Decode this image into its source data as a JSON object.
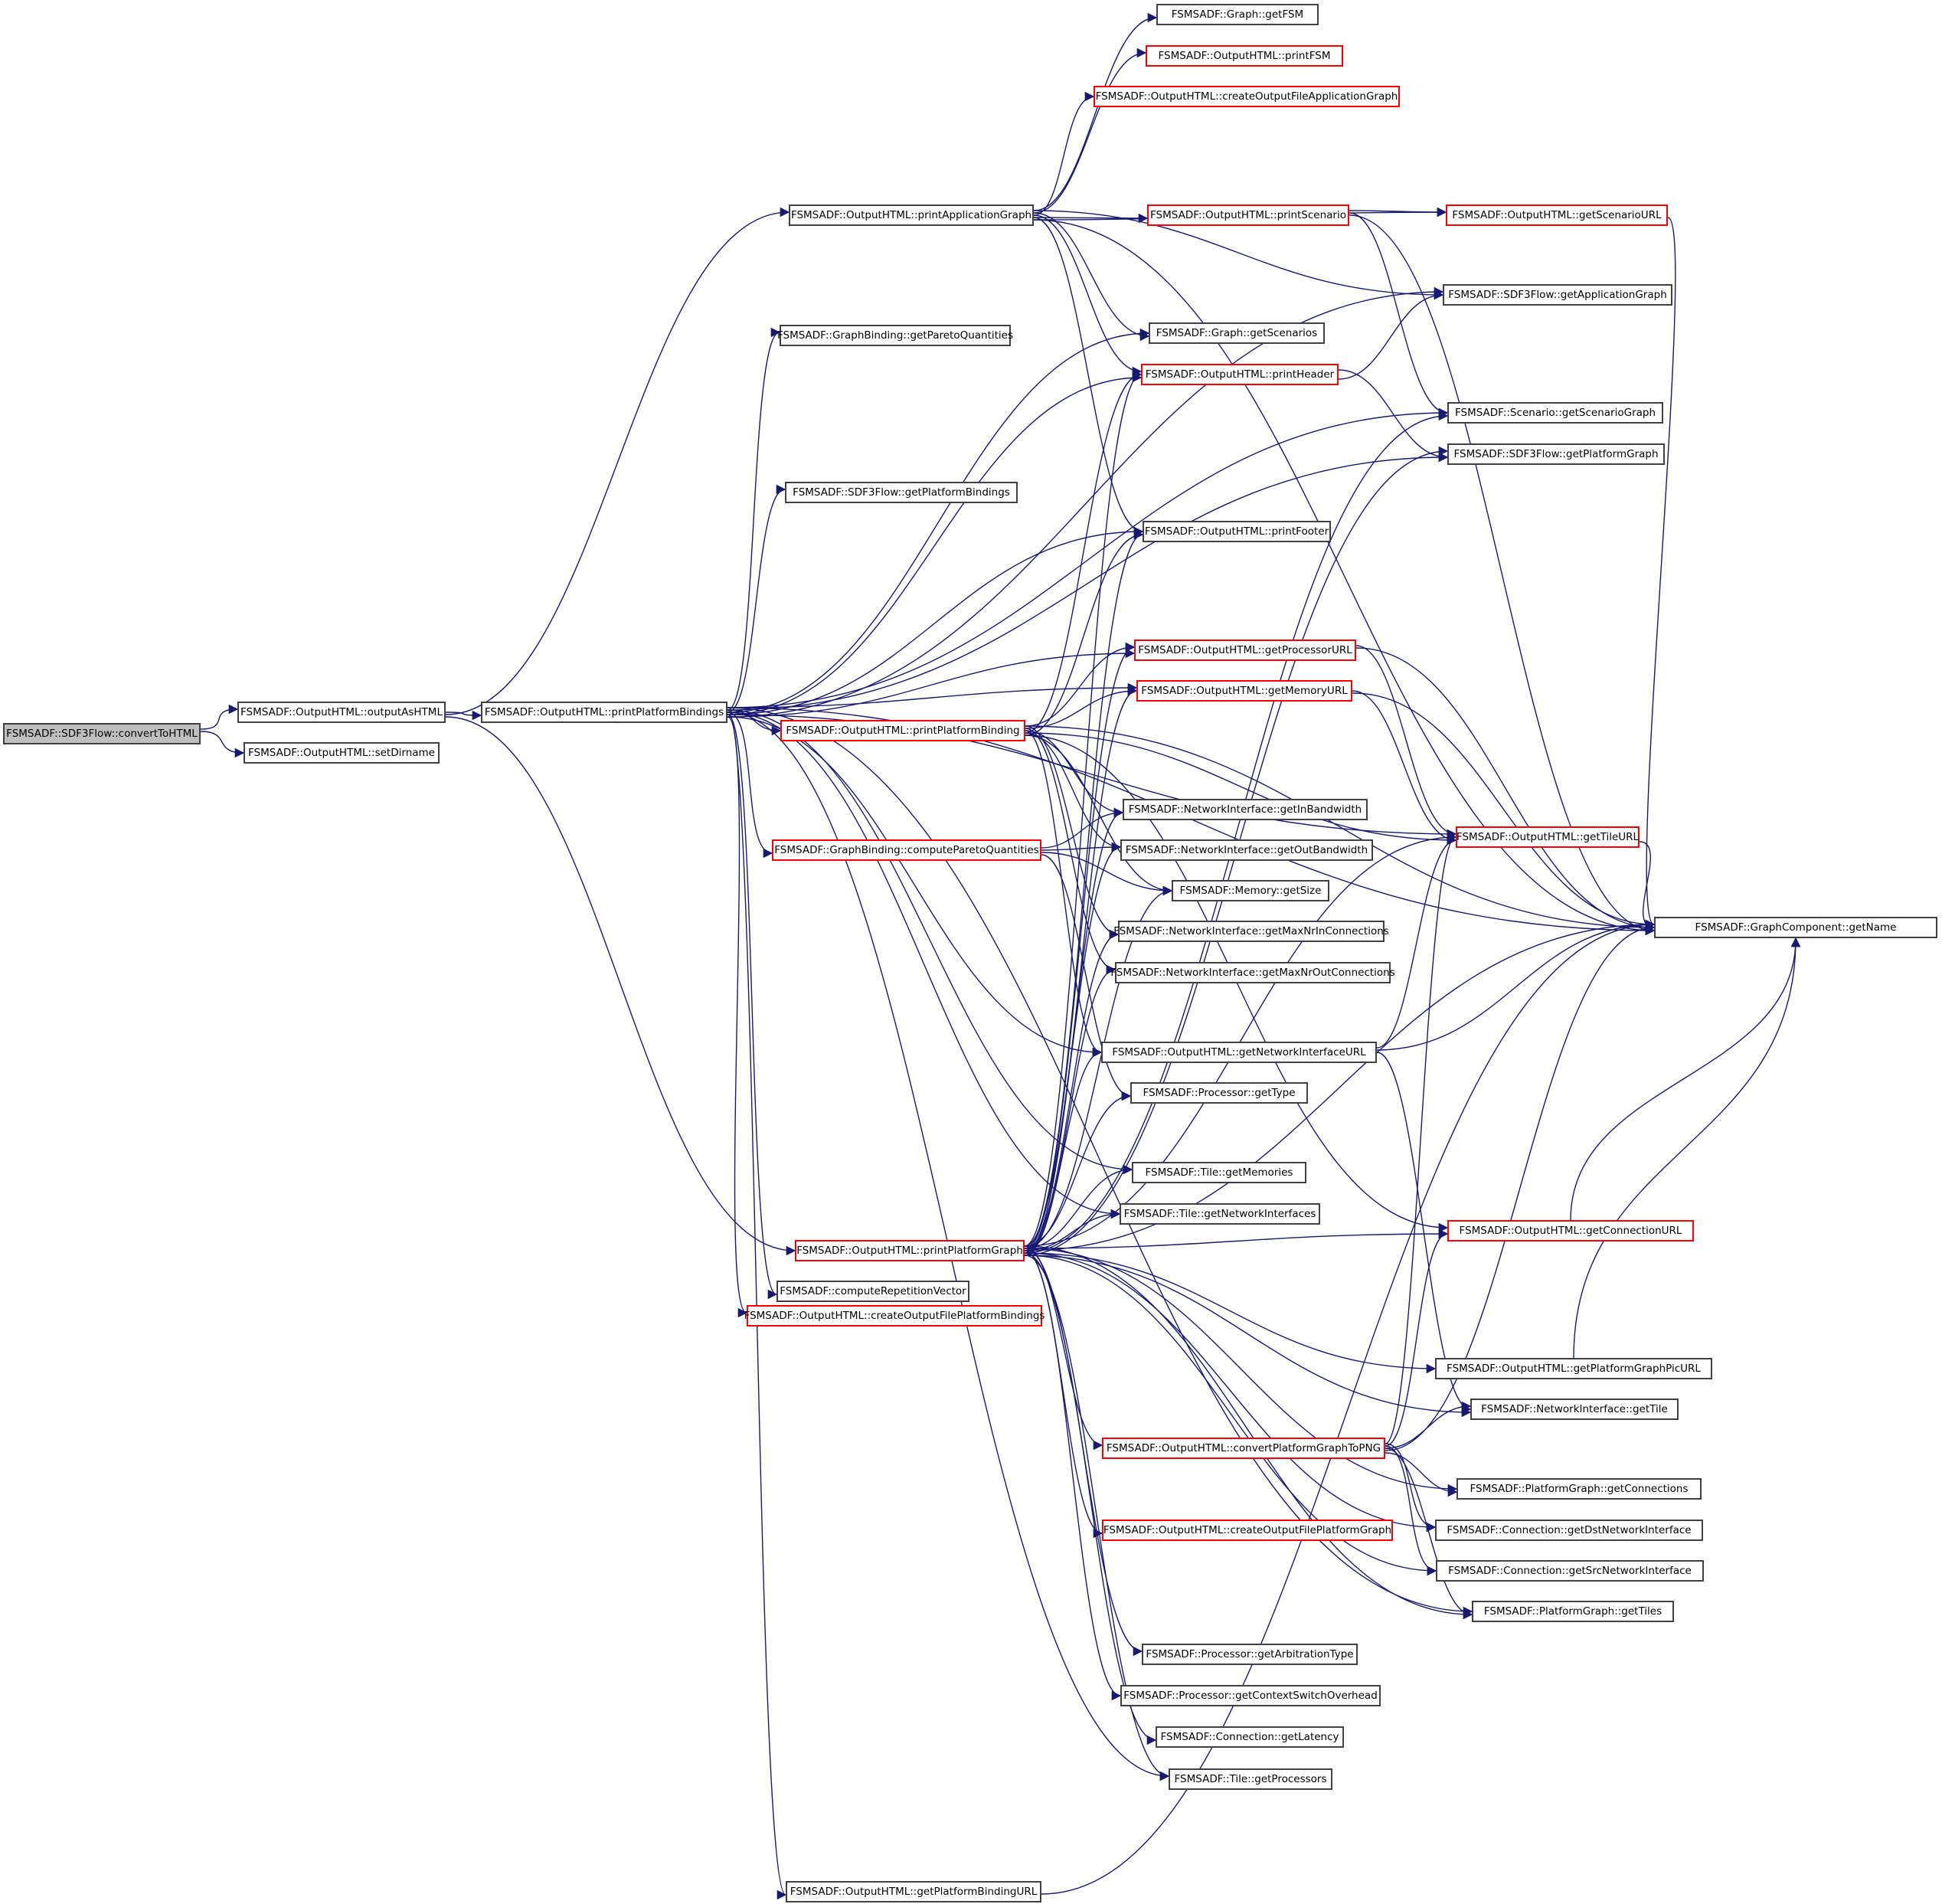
{
  "colors": {
    "edge": "#191970",
    "node_border": "#404040",
    "node_border_incomplete": "#ff0000",
    "root_fill": "#bfbfbf"
  },
  "nodes": {
    "convertToHTML": "FSMSADF::SDF3Flow::convertToHTML",
    "outputAsHTML": "FSMSADF::OutputHTML::outputAsHTML",
    "setDirname": "FSMSADF::OutputHTML::setDirname",
    "printPlatformBindings": "FSMSADF::OutputHTML::printPlatformBindings",
    "printApplicationGraph": "FSMSADF::OutputHTML::printApplicationGraph",
    "getFSM": "FSMSADF::Graph::getFSM",
    "printFSM": "FSMSADF::OutputHTML::printFSM",
    "createOutputFileApplicationGraph": "FSMSADF::OutputHTML::createOutputFileApplicationGraph",
    "printScenario": "FSMSADF::OutputHTML::printScenario",
    "getScenarioURL": "FSMSADF::OutputHTML::getScenarioURL",
    "getApplicationGraph": "FSMSADF::SDF3Flow::getApplicationGraph",
    "getParetoQuantities": "FSMSADF::GraphBinding::getParetoQuantities",
    "getScenarios": "FSMSADF::Graph::getScenarios",
    "printHeader": "FSMSADF::OutputHTML::printHeader",
    "getScenarioGraph": "FSMSADF::Scenario::getScenarioGraph",
    "getPlatformGraph": "FSMSADF::SDF3Flow::getPlatformGraph",
    "getPlatformBindings": "FSMSADF::SDF3Flow::getPlatformBindings",
    "printFooter": "FSMSADF::OutputHTML::printFooter",
    "getProcessorURL": "FSMSADF::OutputHTML::getProcessorURL",
    "getMemoryURL": "FSMSADF::OutputHTML::getMemoryURL",
    "printPlatformBinding": "FSMSADF::OutputHTML::printPlatformBinding",
    "getInBandwidth": "FSMSADF::NetworkInterface::getInBandwidth",
    "getOutBandwidth": "FSMSADF::NetworkInterface::getOutBandwidth",
    "computeParetoQuantities": "FSMSADF::GraphBinding::computeParetoQuantities",
    "getSize": "FSMSADF::Memory::getSize",
    "getTileURL": "FSMSADF::OutputHTML::getTileURL",
    "getMaxNrInConnections": "FSMSADF::NetworkInterface::getMaxNrInConnections",
    "getMaxNrOutConnections": "FSMSADF::NetworkInterface::getMaxNrOutConnections",
    "getName": "FSMSADF::GraphComponent::getName",
    "getNetworkInterfaceURL": "FSMSADF::OutputHTML::getNetworkInterfaceURL",
    "getType": "FSMSADF::Processor::getType",
    "getMemories": "FSMSADF::Tile::getMemories",
    "getNetworkInterfaces": "FSMSADF::Tile::getNetworkInterfaces",
    "getConnectionURL": "FSMSADF::OutputHTML::getConnectionURL",
    "printPlatformGraph": "FSMSADF::OutputHTML::printPlatformGraph",
    "computeRepetitionVector": "FSMSADF::computeRepetitionVector",
    "getPlatformGraphPicURL": "FSMSADF::OutputHTML::getPlatformGraphPicURL",
    "createOutputFilePlatformBindings": "FSMSADF::OutputHTML::createOutputFilePlatformBindings",
    "getTile": "FSMSADF::NetworkInterface::getTile",
    "convertPlatformGraphToPNG": "FSMSADF::OutputHTML::convertPlatformGraphToPNG",
    "getConnections": "FSMSADF::PlatformGraph::getConnections",
    "createOutputFilePlatformGraph": "FSMSADF::OutputHTML::createOutputFilePlatformGraph",
    "getDstNetworkInterface": "FSMSADF::Connection::getDstNetworkInterface",
    "getSrcNetworkInterface": "FSMSADF::Connection::getSrcNetworkInterface",
    "getTiles": "FSMSADF::PlatformGraph::getTiles",
    "getArbitrationType": "FSMSADF::Processor::getArbitrationType",
    "getContextSwitchOverhead": "FSMSADF::Processor::getContextSwitchOverhead",
    "getLatency": "FSMSADF::Connection::getLatency",
    "getProcessors": "FSMSADF::Tile::getProcessors",
    "getPlatformBindingURL": "FSMSADF::OutputHTML::getPlatformBindingURL"
  },
  "edges": [
    [
      "convertToHTML",
      "outputAsHTML"
    ],
    [
      "convertToHTML",
      "setDirname"
    ],
    [
      "outputAsHTML",
      "printPlatformBindings"
    ],
    [
      "outputAsHTML",
      "printApplicationGraph"
    ],
    [
      "outputAsHTML",
      "printPlatformGraph"
    ],
    [
      "printApplicationGraph",
      "getFSM"
    ],
    [
      "printApplicationGraph",
      "printFSM"
    ],
    [
      "printApplicationGraph",
      "createOutputFileApplicationGraph"
    ],
    [
      "printApplicationGraph",
      "printScenario"
    ],
    [
      "printApplicationGraph",
      "getScenarioURL"
    ],
    [
      "printApplicationGraph",
      "getApplicationGraph"
    ],
    [
      "printApplicationGraph",
      "getScenarios"
    ],
    [
      "printApplicationGraph",
      "printHeader"
    ],
    [
      "printApplicationGraph",
      "printFooter"
    ],
    [
      "printApplicationGraph",
      "getName"
    ],
    [
      "printScenario",
      "getScenarioURL"
    ],
    [
      "printScenario",
      "getScenarioGraph"
    ],
    [
      "printScenario",
      "getName"
    ],
    [
      "getScenarioURL",
      "getName"
    ],
    [
      "printHeader",
      "getApplicationGraph"
    ],
    [
      "printHeader",
      "getPlatformGraph"
    ],
    [
      "printPlatformBindings",
      "getParetoQuantities"
    ],
    [
      "printPlatformBindings",
      "getScenarios"
    ],
    [
      "printPlatformBindings",
      "printHeader"
    ],
    [
      "printPlatformBindings",
      "getApplicationGraph"
    ],
    [
      "printPlatformBindings",
      "getScenarioGraph"
    ],
    [
      "printPlatformBindings",
      "getPlatformGraph"
    ],
    [
      "printPlatformBindings",
      "getPlatformBindings"
    ],
    [
      "printPlatformBindings",
      "printFooter"
    ],
    [
      "printPlatformBindings",
      "getProcessorURL"
    ],
    [
      "printPlatformBindings",
      "getMemoryURL"
    ],
    [
      "printPlatformBindings",
      "printPlatformBinding"
    ],
    [
      "printPlatformBindings",
      "computeParetoQuantities"
    ],
    [
      "printPlatformBindings",
      "getTileURL"
    ],
    [
      "printPlatformBindings",
      "getNetworkInterfaceURL"
    ],
    [
      "printPlatformBindings",
      "getName"
    ],
    [
      "printPlatformBindings",
      "getMemories"
    ],
    [
      "printPlatformBindings",
      "getNetworkInterfaces"
    ],
    [
      "printPlatformBindings",
      "computeRepetitionVector"
    ],
    [
      "printPlatformBindings",
      "createOutputFilePlatformBindings"
    ],
    [
      "printPlatformBindings",
      "getTiles"
    ],
    [
      "printPlatformBindings",
      "getPlatformBindingURL"
    ],
    [
      "printPlatformBindings",
      "getProcessors"
    ],
    [
      "printPlatformBinding",
      "printHeader"
    ],
    [
      "printPlatformBinding",
      "printFooter"
    ],
    [
      "printPlatformBinding",
      "getProcessorURL"
    ],
    [
      "printPlatformBinding",
      "getMemoryURL"
    ],
    [
      "printPlatformBinding",
      "getInBandwidth"
    ],
    [
      "printPlatformBinding",
      "getOutBandwidth"
    ],
    [
      "printPlatformBinding",
      "getSize"
    ],
    [
      "printPlatformBinding",
      "getMaxNrInConnections"
    ],
    [
      "printPlatformBinding",
      "getMaxNrOutConnections"
    ],
    [
      "printPlatformBinding",
      "getNetworkInterfaceURL"
    ],
    [
      "printPlatformBinding",
      "getTileURL"
    ],
    [
      "printPlatformBinding",
      "getConnectionURL"
    ],
    [
      "printPlatformBinding",
      "getName"
    ],
    [
      "computeParetoQuantities",
      "getInBandwidth"
    ],
    [
      "computeParetoQuantities",
      "getOutBandwidth"
    ],
    [
      "computeParetoQuantities",
      "getSize"
    ],
    [
      "computeParetoQuantities",
      "getType"
    ],
    [
      "getProcessorURL",
      "getTileURL"
    ],
    [
      "getProcessorURL",
      "getName"
    ],
    [
      "getMemoryURL",
      "getTileURL"
    ],
    [
      "getMemoryURL",
      "getName"
    ],
    [
      "getTileURL",
      "getName"
    ],
    [
      "getNetworkInterfaceURL",
      "getTileURL"
    ],
    [
      "getNetworkInterfaceURL",
      "getName"
    ],
    [
      "getNetworkInterfaceURL",
      "getTile"
    ],
    [
      "getConnectionURL",
      "getName"
    ],
    [
      "getPlatformGraphPicURL",
      "getName"
    ],
    [
      "printPlatformGraph",
      "printHeader"
    ],
    [
      "printPlatformGraph",
      "printFooter"
    ],
    [
      "printPlatformGraph",
      "getProcessorURL"
    ],
    [
      "printPlatformGraph",
      "getMemoryURL"
    ],
    [
      "printPlatformGraph",
      "getInBandwidth"
    ],
    [
      "printPlatformGraph",
      "getOutBandwidth"
    ],
    [
      "printPlatformGraph",
      "getSize"
    ],
    [
      "printPlatformGraph",
      "getMaxNrInConnections"
    ],
    [
      "printPlatformGraph",
      "getMaxNrOutConnections"
    ],
    [
      "printPlatformGraph",
      "getNetworkInterfaceURL"
    ],
    [
      "printPlatformGraph",
      "getType"
    ],
    [
      "printPlatformGraph",
      "getMemories"
    ],
    [
      "printPlatformGraph",
      "getNetworkInterfaces"
    ],
    [
      "printPlatformGraph",
      "getScenarioGraph"
    ],
    [
      "printPlatformGraph",
      "getPlatformGraph"
    ],
    [
      "printPlatformGraph",
      "getTileURL"
    ],
    [
      "printPlatformGraph",
      "getConnectionURL"
    ],
    [
      "printPlatformGraph",
      "getName"
    ],
    [
      "printPlatformGraph",
      "getPlatformGraphPicURL"
    ],
    [
      "printPlatformGraph",
      "getTile"
    ],
    [
      "printPlatformGraph",
      "convertPlatformGraphToPNG"
    ],
    [
      "printPlatformGraph",
      "getConnections"
    ],
    [
      "printPlatformGraph",
      "createOutputFilePlatformGraph"
    ],
    [
      "printPlatformGraph",
      "getDstNetworkInterface"
    ],
    [
      "printPlatformGraph",
      "getSrcNetworkInterface"
    ],
    [
      "printPlatformGraph",
      "getTiles"
    ],
    [
      "printPlatformGraph",
      "getArbitrationType"
    ],
    [
      "printPlatformGraph",
      "getContextSwitchOverhead"
    ],
    [
      "printPlatformGraph",
      "getLatency"
    ],
    [
      "printPlatformGraph",
      "getProcessors"
    ],
    [
      "convertPlatformGraphToPNG",
      "getTileURL"
    ],
    [
      "convertPlatformGraphToPNG",
      "getConnectionURL"
    ],
    [
      "convertPlatformGraphToPNG",
      "getTile"
    ],
    [
      "convertPlatformGraphToPNG",
      "getName"
    ],
    [
      "convertPlatformGraphToPNG",
      "getConnections"
    ],
    [
      "convertPlatformGraphToPNG",
      "getDstNetworkInterface"
    ],
    [
      "convertPlatformGraphToPNG",
      "getSrcNetworkInterface"
    ],
    [
      "convertPlatformGraphToPNG",
      "getTiles"
    ],
    [
      "getPlatformBindingURL",
      "getName"
    ]
  ]
}
